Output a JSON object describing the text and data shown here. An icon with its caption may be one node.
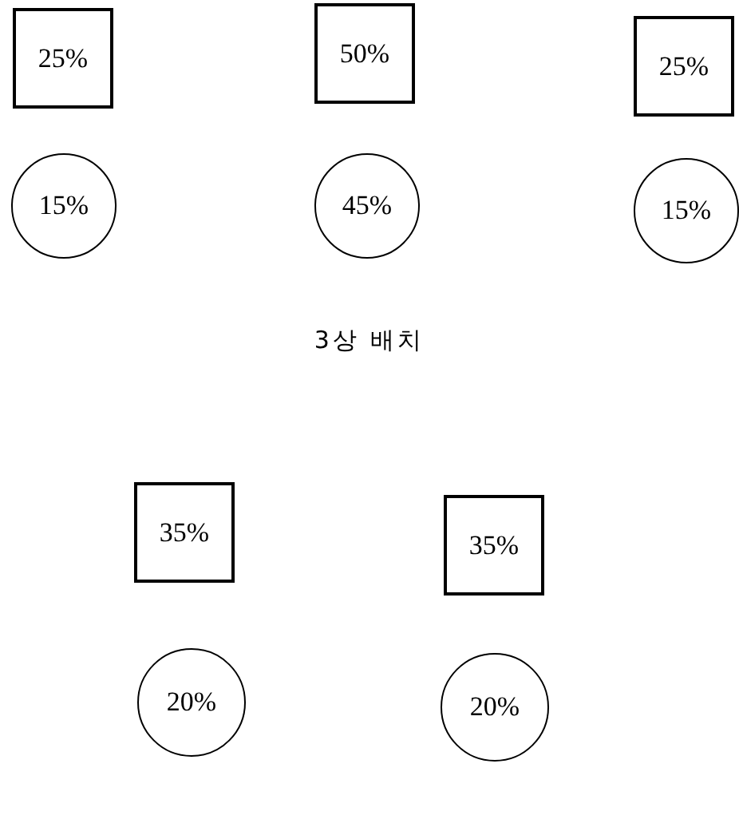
{
  "diagram": {
    "nodes": [
      {
        "text": [
          "25%"
        ]
      },
      {
        "text": [
          "50%"
        ]
      },
      {
        "text": [
          "25%"
        ]
      },
      {
        "text": [
          "15%"
        ]
      },
      {
        "text": [
          "45%"
        ]
      },
      {
        "text": [
          "15%"
        ]
      },
      {
        "text": [
          "35%"
        ]
      },
      {
        "text": [
          "35%"
        ]
      },
      {
        "text": [
          "20%"
        ]
      },
      {
        "text": [
          "20%"
        ]
      }
    ],
    "labels": [
      "3상 배치"
    ]
  }
}
